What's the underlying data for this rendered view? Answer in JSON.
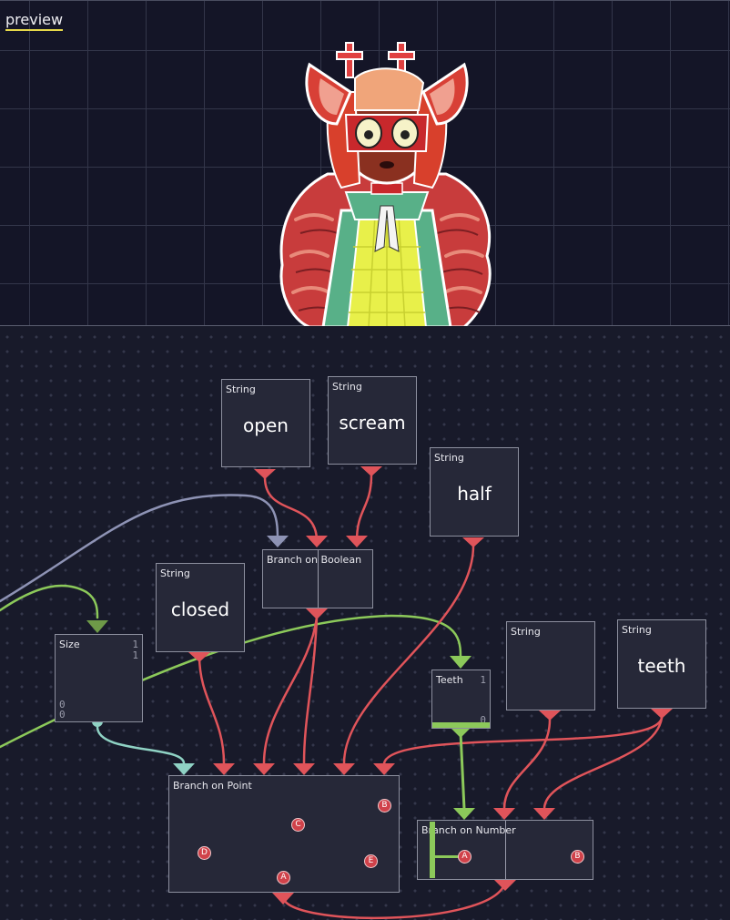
{
  "preview": {
    "label": "preview"
  },
  "nodes": {
    "string_open": {
      "type": "String",
      "value": "open"
    },
    "string_scream": {
      "type": "String",
      "value": "scream"
    },
    "string_half": {
      "type": "String",
      "value": "half"
    },
    "string_closed": {
      "type": "String",
      "value": "closed"
    },
    "string_empty": {
      "type": "String",
      "value": ""
    },
    "string_teeth": {
      "type": "String",
      "value": "teeth"
    },
    "branch_boolean": {
      "title": "Branch on Boolean"
    },
    "size": {
      "title": "Size",
      "max_x": "1",
      "max_y": "1",
      "min_x": "0",
      "min_y": "0"
    },
    "teeth": {
      "title": "Teeth",
      "max": "1",
      "min": "0",
      "level": 1
    },
    "branch_point": {
      "title": "Branch on Point",
      "points": [
        "A",
        "B",
        "C",
        "D",
        "E"
      ]
    },
    "branch_number": {
      "title": "Branch on Number",
      "points": [
        "A",
        "B"
      ]
    }
  },
  "colors": {
    "string_wire": "#e0545a",
    "boolean_wire": "#8e93b5",
    "number_wire": "#8cc95a",
    "point_wire": "#8fd2c4",
    "grid_line": "#33364a",
    "accent_underline": "#e6d84a"
  }
}
